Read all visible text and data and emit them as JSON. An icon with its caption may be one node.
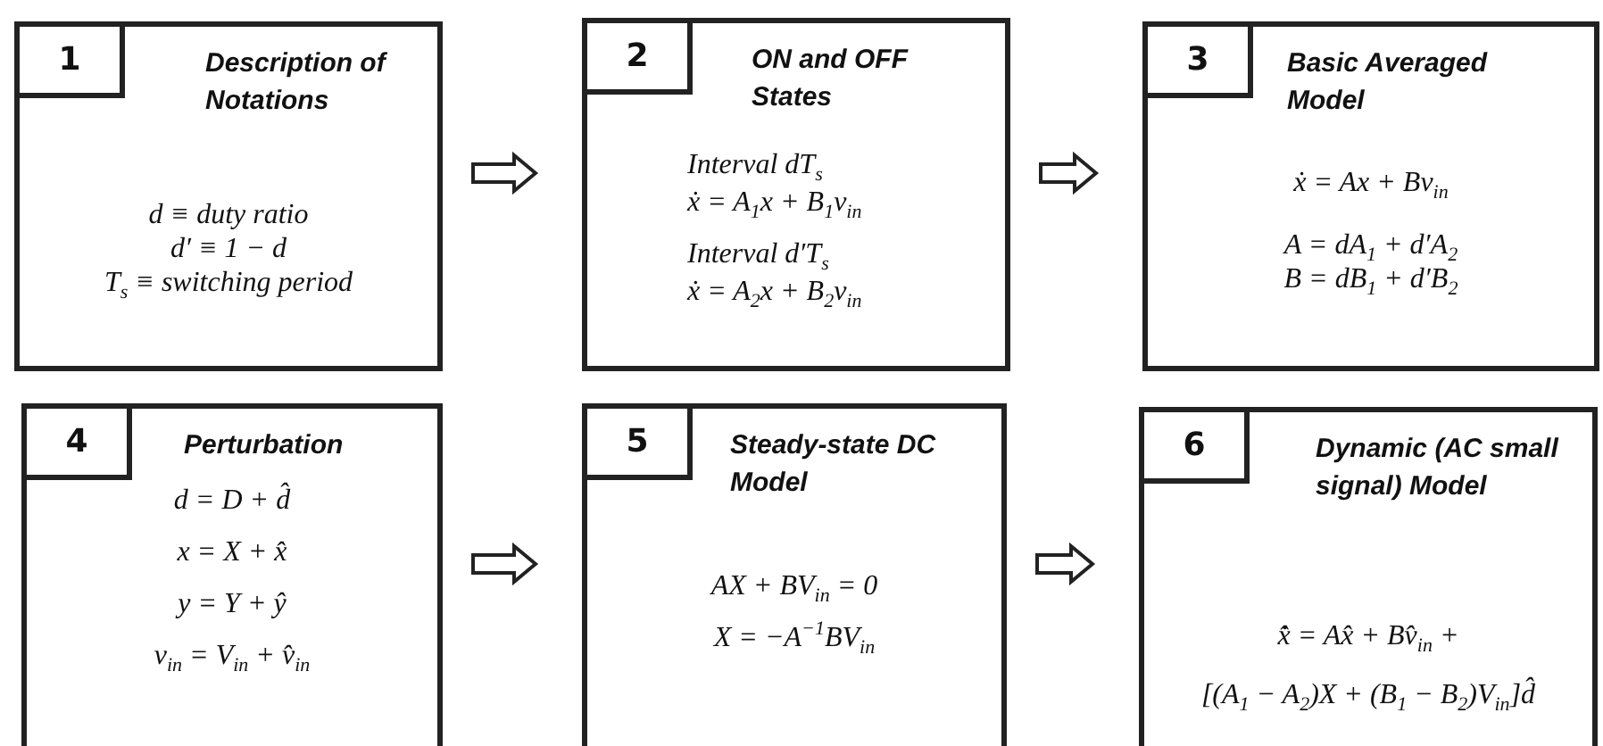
{
  "diagram": {
    "nodes": [
      {
        "text": [
          "Description of Notations",
          "d  ≡ duty ratio",
          "d′  ≡ 1 − d",
          "T$_{s}$  ≡ switching period"
        ]
      },
      {
        "text": [
          "1"
        ],
        "in": 0
      },
      {
        "text": [
          "ON and OFF States",
          "*Interval* dT$_{s}$",
          "ẋ = A$_{1}$x + B$_{1}$v$_{in}$",
          "*Interval* d′T$_{s}$",
          "ẋ = A$_{2}$x + B$_{2}$v$_{in}$"
        ]
      },
      {
        "text": [
          "2"
        ],
        "in": 2
      },
      {
        "text": [
          "Basic Averaged Model",
          "ẋ = Ax + Bv$_{in}$",
          "A = dA$_{1}$ + d′A$_{2}$",
          "B = dB$_{1}$ + d′B$_{2}$"
        ]
      },
      {
        "text": [
          "3"
        ],
        "in": 4
      },
      {
        "text": [
          "Perturbation",
          "d = D + d̂",
          "x = X + x̂",
          "y = Y + ŷ",
          "v$_{in}$ = V$_{in}$ + v̂$_{in}$"
        ]
      },
      {
        "text": [
          "4"
        ],
        "in": 6
      },
      {
        "text": [
          "Steady-state DC Model",
          "AX + BV$_{in}$ = 0",
          "X = −A$^{−1}$BV$_{in}$"
        ]
      },
      {
        "text": [
          "5"
        ],
        "in": 8
      },
      {
        "text": [
          "Dynamic (AC small signal) Model",
          "x̂̇ = Ax̂ + Bv̂$_{in}$ +",
          "[(A$_{1}$ − A$_{2}$)X + (B$_{1}$ − B$_{2}$)V$_{in}$]d̂"
        ]
      },
      {
        "text": [
          "6"
        ],
        "in": 10
      }
    ],
    "edges": [
      {
        "from": 0,
        "to": 2,
        "arrow": "to"
      },
      {
        "from": 2,
        "to": 4,
        "arrow": "to"
      },
      {
        "from": 6,
        "to": 8,
        "arrow": "to"
      },
      {
        "from": 8,
        "to": 10,
        "arrow": "to"
      }
    ]
  }
}
